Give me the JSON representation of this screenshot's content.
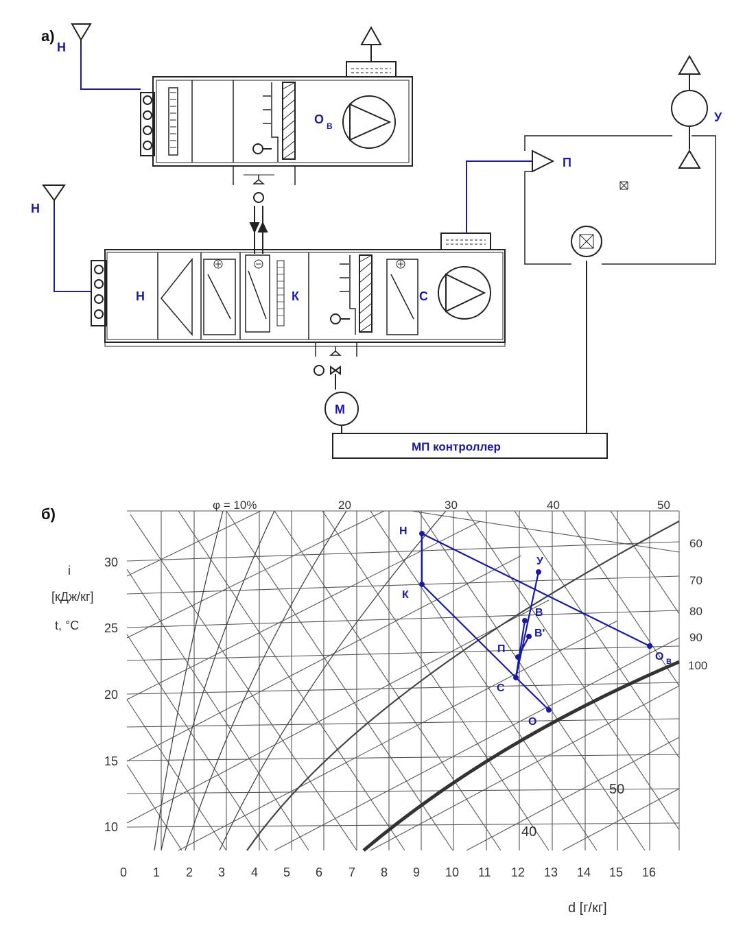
{
  "colors": {
    "accent": "#1a1aa8",
    "line": "#222222",
    "grid": "#555555",
    "bg": "#ffffff"
  },
  "part_a": {
    "panel_label": "а)",
    "labels": {
      "outdoor_top": "Н",
      "outdoor_bottom": "Н",
      "exhaust_fan_main": "О",
      "exhaust_fan_sub": "В",
      "heater": "Н",
      "cooler": "К",
      "supply_fan": "С",
      "room_unit": "У",
      "supply_air": "П",
      "motor": "М",
      "controller": "МП контроллер"
    }
  },
  "part_b": {
    "panel_label": "б)",
    "top_scale": {
      "phi_label": "φ = 10%",
      "ticks": [
        "20",
        "30",
        "40",
        "50"
      ]
    },
    "right_scale": [
      "60",
      "70",
      "80",
      "90",
      "100"
    ],
    "y_axis": {
      "label_i": "i",
      "label_i_unit": "[кДж/кг]",
      "label_t": "t, °C",
      "ticks": [
        "30",
        "25",
        "20",
        "15",
        "10"
      ]
    },
    "x_axis": {
      "label": "d [г/кг]",
      "ticks": [
        "0",
        "1",
        "2",
        "3",
        "4",
        "5",
        "6",
        "7",
        "8",
        "9",
        "10",
        "11",
        "12",
        "13",
        "14",
        "15",
        "16"
      ]
    },
    "enthalpy_labels": [
      "50",
      "40"
    ],
    "points": {
      "N": "Н",
      "K": "К",
      "U": "У",
      "V": "В",
      "V2": "В'",
      "P": "П",
      "S": "С",
      "O": "О",
      "Ov": "О",
      "Ov_sub": "В"
    }
  }
}
